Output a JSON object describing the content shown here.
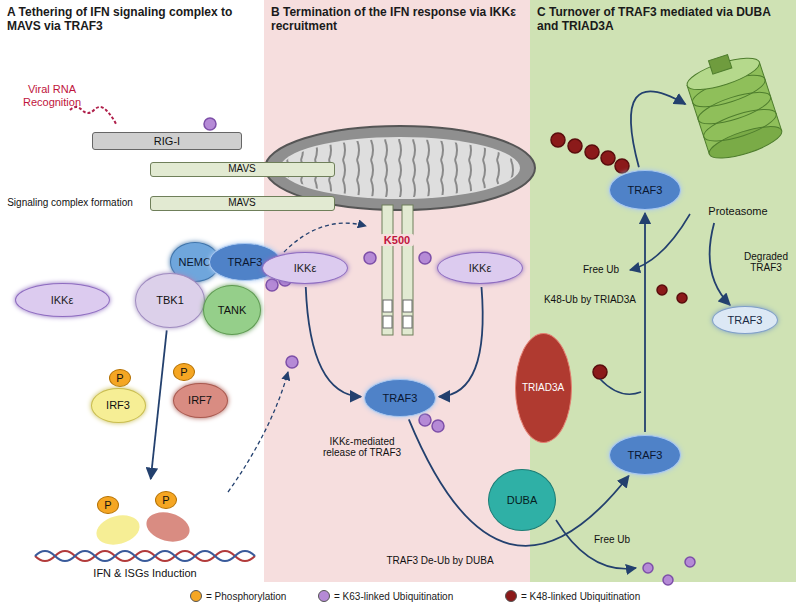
{
  "diagram": {
    "nodes": [
      {
        "text": [
          "A Tethering of IFN signaling complex to MAVS via TRAF3"
        ]
      },
      {
        "text": [
          "B Termination of the IFN response via IKKε recruitment"
        ]
      },
      {
        "text": [
          "C Turnover of TRAF3 mediated via DUBA and TRIAD3A"
        ]
      },
      {
        "text": [
          "RIG-I"
        ],
        "in": 0
      },
      {
        "text": [
          "MAVS"
        ]
      },
      {
        "text": [
          "MAVS"
        ]
      },
      {
        "text": [
          "NEMO"
        ],
        "in": 0
      },
      {
        "text": [
          "TRAF3"
        ],
        "in": 0
      },
      {
        "text": [
          "TBK1"
        ],
        "in": 0
      },
      {
        "text": [
          "TANK"
        ],
        "in": 0
      },
      {
        "text": [
          "IKKε"
        ],
        "in": 0
      },
      {
        "text": [
          "P"
        ],
        "in": 0
      },
      {
        "text": [
          "P"
        ],
        "in": 0
      },
      {
        "text": [
          "IRF3"
        ],
        "in": 0
      },
      {
        "text": [
          "IRF7"
        ],
        "in": 0
      },
      {
        "text": [
          "P"
        ],
        "in": 0
      },
      {
        "text": [
          "P"
        ],
        "in": 0
      },
      {
        "text": [
          "IFN & ISGs Induction"
        ],
        "in": 0
      },
      {
        "text": [
          "IKKε"
        ],
        "in": 1
      },
      {
        "text": [
          "IKKε"
        ],
        "in": 1
      },
      {
        "text": [
          "TRAF3"
        ],
        "in": 1
      },
      {
        "text": [
          "DUBA"
        ],
        "in": 1
      },
      {
        "text": [
          "TRAF3"
        ],
        "in": 2
      },
      {
        "text": [
          "TRIAD3A"
        ],
        "in": 2
      },
      {
        "text": [
          "TRAF3"
        ],
        "in": 2
      },
      {
        "text": [
          "Proteasome"
        ],
        "in": 2
      },
      {
        "text": [
          "TRAF3"
        ],
        "in": 2
      }
    ],
    "edges": [
      {
        "from": 8,
        "to": 17,
        "arrow": "to"
      },
      {
        "from": 18,
        "to": 20,
        "arrow": "to"
      },
      {
        "from": 19,
        "to": 20,
        "arrow": "to"
      },
      {
        "from": 20,
        "to": 24,
        "arrow": "to"
      },
      {
        "from": 24,
        "to": 22,
        "label": "K48-Ub by TRIAD3A",
        "arrow": "to"
      },
      {
        "from": 22,
        "to": 25,
        "arrow": "to"
      },
      {
        "from": 25,
        "to": 26,
        "arrow": "to"
      }
    ],
    "labels": [
      "Viral RNA Recognition",
      "Signaling complex formation",
      "K500",
      "IKKε-mediated release of TRAF3",
      "TRAF3 De-Ub by DUBA",
      "Free Ub",
      "Free Ub",
      "Degraded TRAF3"
    ],
    "legend": [
      {
        "text": "= Phosphorylation",
        "color": "#f5a623"
      },
      {
        "text": "= K63-linked Ubiquitination",
        "color": "#b58ad6"
      },
      {
        "text": "= K48-linked Ubiquitination",
        "color": "#8b1a1a"
      }
    ]
  }
}
